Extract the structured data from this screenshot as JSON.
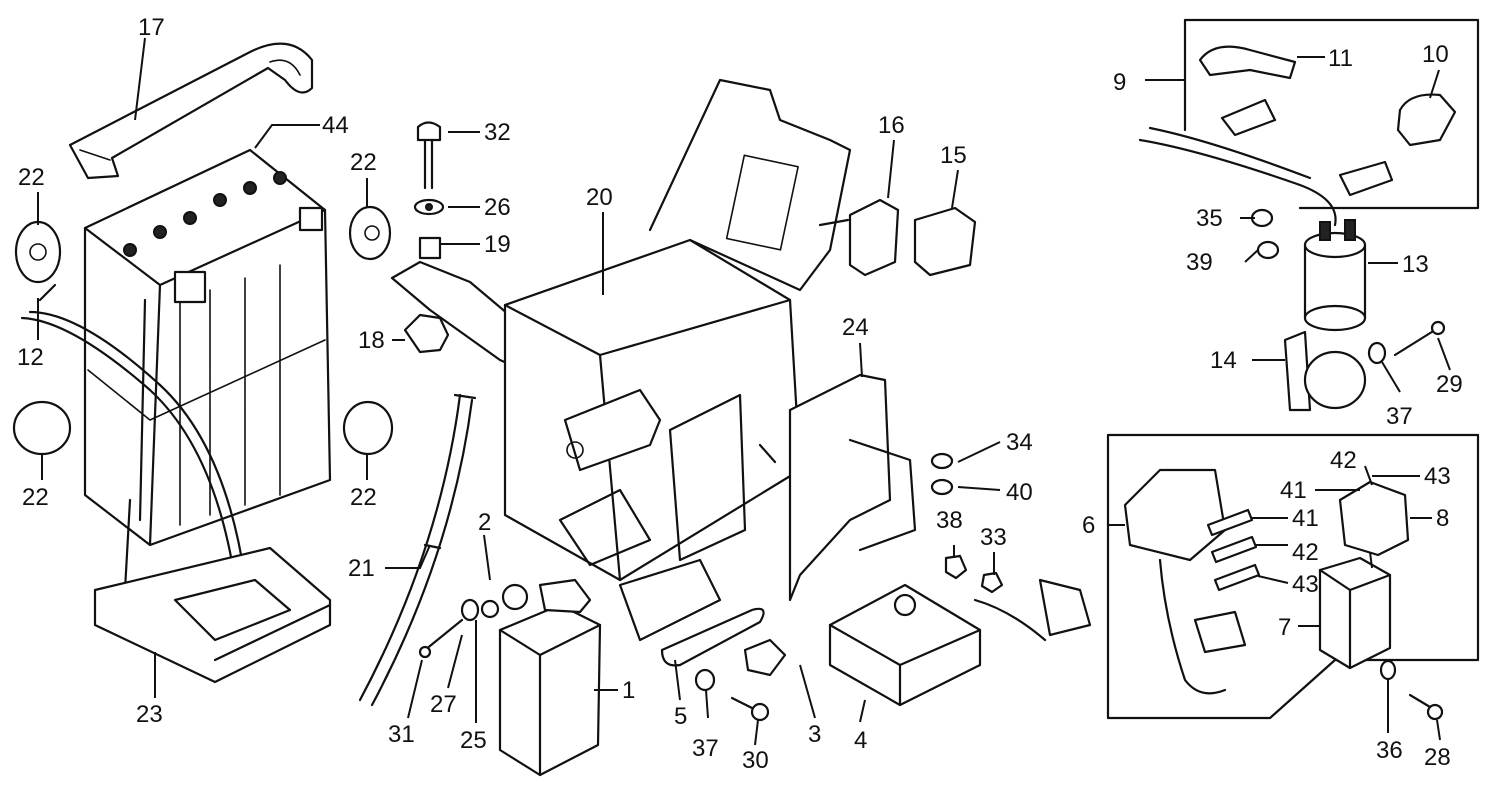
{
  "labels": {
    "n1": "1",
    "n2": "2",
    "n3": "3",
    "n4": "4",
    "n5": "5",
    "n6": "6",
    "n7": "7",
    "n8": "8",
    "n9": "9",
    "n10": "10",
    "n11": "11",
    "n12": "12",
    "n13": "13",
    "n14": "14",
    "n15": "15",
    "n16": "16",
    "n17": "17",
    "n18": "18",
    "n19": "19",
    "n20": "20",
    "n21": "21",
    "n22a": "22",
    "n22b": "22",
    "n22c": "22",
    "n22d": "22",
    "n23": "23",
    "n24": "24",
    "n25": "25",
    "n26": "26",
    "n27": "27",
    "n28": "28",
    "n29": "29",
    "n30": "30",
    "n31": "31",
    "n32": "32",
    "n33": "33",
    "n34": "34",
    "n35": "35",
    "n36": "36",
    "n37a": "37",
    "n37b": "37",
    "n38": "38",
    "n39": "39",
    "n40": "40",
    "n41a": "41",
    "n41b": "41",
    "n42a": "42",
    "n42b": "42",
    "n43a": "43",
    "n43b": "43",
    "n44": "44"
  }
}
